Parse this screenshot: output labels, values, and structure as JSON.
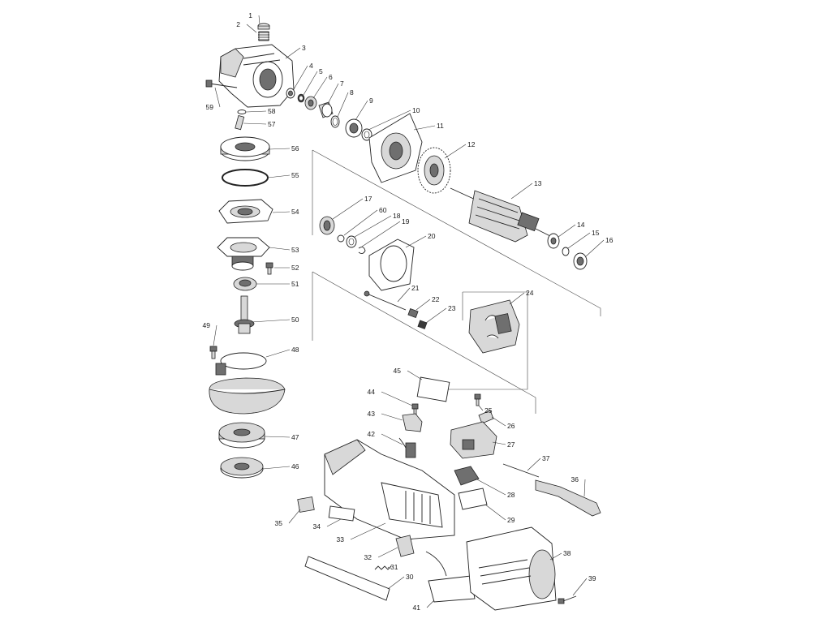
{
  "diagram": {
    "type": "exploded parts diagram",
    "subject": "angle grinder",
    "part_labels": [
      "1",
      "2",
      "3",
      "4",
      "5",
      "6",
      "7",
      "8",
      "9",
      "10",
      "11",
      "12",
      "13",
      "14",
      "15",
      "16",
      "17",
      "18",
      "19",
      "20",
      "21",
      "22",
      "23",
      "24",
      "25",
      "26",
      "27",
      "28",
      "29",
      "30",
      "31",
      "32",
      "33",
      "34",
      "35",
      "36",
      "37",
      "38",
      "39",
      "41",
      "42",
      "43",
      "44",
      "45",
      "46",
      "47",
      "48",
      "49",
      "50",
      "51",
      "52",
      "53",
      "54",
      "55",
      "56",
      "57",
      "58",
      "59",
      "60"
    ]
  }
}
